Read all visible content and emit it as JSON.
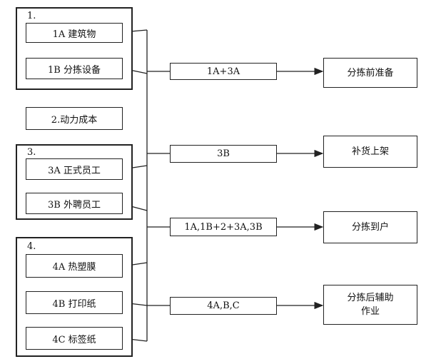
{
  "groups": [
    {
      "label": "1.",
      "items": [
        "1A 建筑物",
        "1B 分拣设备"
      ]
    },
    {
      "label": "2.动力成本"
    },
    {
      "label": "3.",
      "items": [
        "3A 正式员工",
        "3B 外聘员工"
      ]
    },
    {
      "label": "4.",
      "items": [
        "4A 热塑膜",
        "4B 打印纸",
        "4C 标签纸"
      ]
    }
  ],
  "combos": [
    "1A+3A",
    "3B",
    "1A,1B+2+3A,3B",
    "4A,B,C"
  ],
  "outputs": [
    {
      "lines": [
        "分拣前准备"
      ]
    },
    {
      "lines": [
        "补货上架"
      ]
    },
    {
      "lines": [
        "分拣到户"
      ]
    },
    {
      "lines": [
        "分拣后辅助",
        "作业"
      ]
    }
  ]
}
